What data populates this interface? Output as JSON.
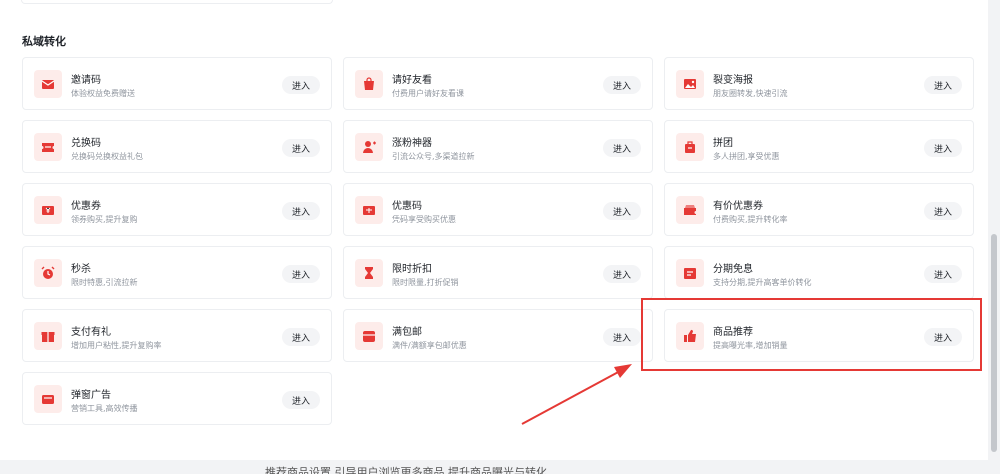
{
  "section_title": "私域转化",
  "enter_label": "进入",
  "bottom_text": "推荐商品设置,引导用户浏览更多商品,提升商品曝光与转化",
  "accent_color": "#e53935",
  "icon_bg_color": "#fdecea",
  "cards": [
    {
      "name": "邀请码",
      "desc": "体验权益免费赠送",
      "icon": "envelope-icon"
    },
    {
      "name": "请好友看",
      "desc": "付费用户请好友看课",
      "icon": "gift-bag-icon"
    },
    {
      "name": "裂变海报",
      "desc": "朋友圈转发,快速引流",
      "icon": "poster-image-icon"
    },
    {
      "name": "兑换码",
      "desc": "兑换码兑换权益礼包",
      "icon": "ticket-icon"
    },
    {
      "name": "涨粉神器",
      "desc": "引流公众号,多渠道拉新",
      "icon": "user-plus-icon"
    },
    {
      "name": "拼团",
      "desc": "多人拼团,享受优惠",
      "icon": "group-bag-icon"
    },
    {
      "name": "优惠券",
      "desc": "领券购买,提升复购",
      "icon": "coupon-icon"
    },
    {
      "name": "优惠码",
      "desc": "凭码享受购买优惠",
      "icon": "coupon-code-icon"
    },
    {
      "name": "有价优惠券",
      "desc": "付费购买,提升转化率",
      "icon": "paid-coupon-icon"
    },
    {
      "name": "秒杀",
      "desc": "限时特惠,引流拉新",
      "icon": "alarm-clock-icon"
    },
    {
      "name": "限时折扣",
      "desc": "限时限量,打折促销",
      "icon": "hourglass-icon"
    },
    {
      "name": "分期免息",
      "desc": "支持分期,提升高客单价转化",
      "icon": "installment-icon"
    },
    {
      "name": "支付有礼",
      "desc": "增加用户粘性,提升复购率",
      "icon": "gift-box-icon"
    },
    {
      "name": "满包邮",
      "desc": "满件/满额享包邮优惠",
      "icon": "shipping-box-icon"
    },
    {
      "name": "商品推荐",
      "desc": "提高曝光率,增加销量",
      "icon": "thumbs-up-icon"
    },
    {
      "name": "弹窗广告",
      "desc": "营销工具,高效传播",
      "icon": "popup-ad-icon"
    }
  ]
}
